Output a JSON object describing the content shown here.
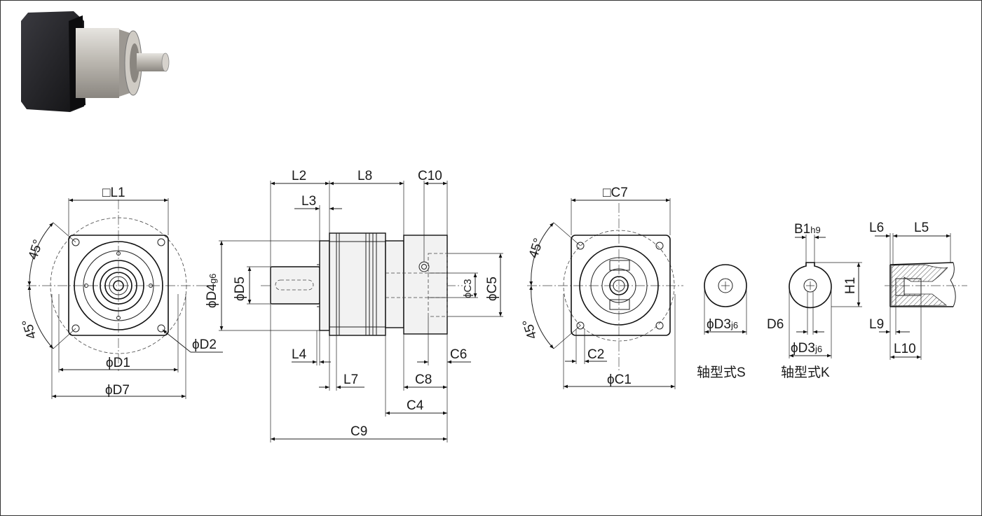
{
  "labels": {
    "L1": "L1",
    "D1": "D1",
    "D7": "D7",
    "D2": "D2",
    "deg45a": "45°",
    "deg45b": "45°",
    "L2": "L2",
    "L8": "L8",
    "C10": "C10",
    "L3": "L3",
    "D4": "D4",
    "D4sub": "g6",
    "D5": "D5",
    "C3": "C3",
    "C5": "C5",
    "L4": "L4",
    "L7": "L7",
    "C6": "C6",
    "C8": "C8",
    "C4": "C4",
    "C9": "C9",
    "C7": "C7",
    "C1": "C1",
    "C2": "C2",
    "deg45c": "45°",
    "deg45d": "45°",
    "D3S": "D3",
    "D3Ssub": "j6",
    "shaftS": "轴型式S",
    "B1": "B1",
    "B1sub": "h9",
    "H1": "H1",
    "D6": "D6",
    "D3K": "D3",
    "D3Ksub": "j6",
    "shaftK": "轴型式K",
    "L6": "L6",
    "L5": "L5",
    "L9": "L9",
    "L10": "L10"
  },
  "symbols": {
    "square": "□",
    "phi": "ϕ"
  },
  "photo": {
    "body_color": "#1e1e22",
    "metal_color": "#b8b4ae"
  }
}
